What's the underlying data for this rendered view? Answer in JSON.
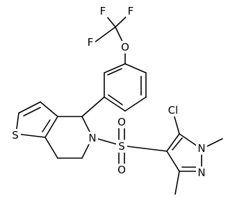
{
  "molecule": {
    "atoms": {
      "f1": "F",
      "f2": "F",
      "f3": "F",
      "o_ether": "O",
      "s_thiophene": "S",
      "n_ring": "N",
      "s_sulfonyl": "S",
      "o_sulfonyl_top": "O",
      "o_sulfonyl_bottom": "O",
      "cl": "Cl",
      "n1_pyrazole": "N",
      "n2_pyrazole": "N"
    },
    "colors": {
      "bond": "#000000",
      "label": "#000000",
      "background": "#ffffff"
    }
  }
}
